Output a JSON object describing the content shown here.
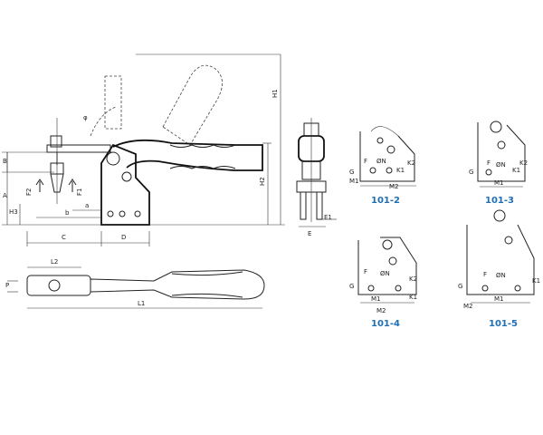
{
  "views": {
    "side": {
      "labels": {
        "B": "B",
        "A": "A",
        "H3": "H3",
        "F2": "F2",
        "F1": "F1",
        "b": "b",
        "a": "a",
        "phi": "φ",
        "C": "C",
        "D": "D",
        "H1": "H1",
        "H2": "H2"
      }
    },
    "front": {
      "labels": {
        "E1": "E1",
        "E": "E"
      }
    },
    "top": {
      "labels": {
        "L2": "L2",
        "P": "P",
        "L1": "L1"
      }
    }
  },
  "variants": [
    {
      "name": "101-2",
      "labels": [
        "F",
        "ØN",
        "K1",
        "K2",
        "G",
        "M1",
        "M2"
      ]
    },
    {
      "name": "101-3",
      "labels": [
        "F",
        "ØN",
        "K1",
        "K2",
        "G",
        "M1"
      ]
    },
    {
      "name": "101-4",
      "labels": [
        "F",
        "ØN",
        "K2",
        "K1",
        "G",
        "M1",
        "M2"
      ]
    },
    {
      "name": "101-5",
      "labels": [
        "F",
        "ØN",
        "K1",
        "G",
        "M2",
        "M1"
      ]
    }
  ],
  "colors": {
    "line": "#222222",
    "variant_label": "#1f6fb5"
  }
}
